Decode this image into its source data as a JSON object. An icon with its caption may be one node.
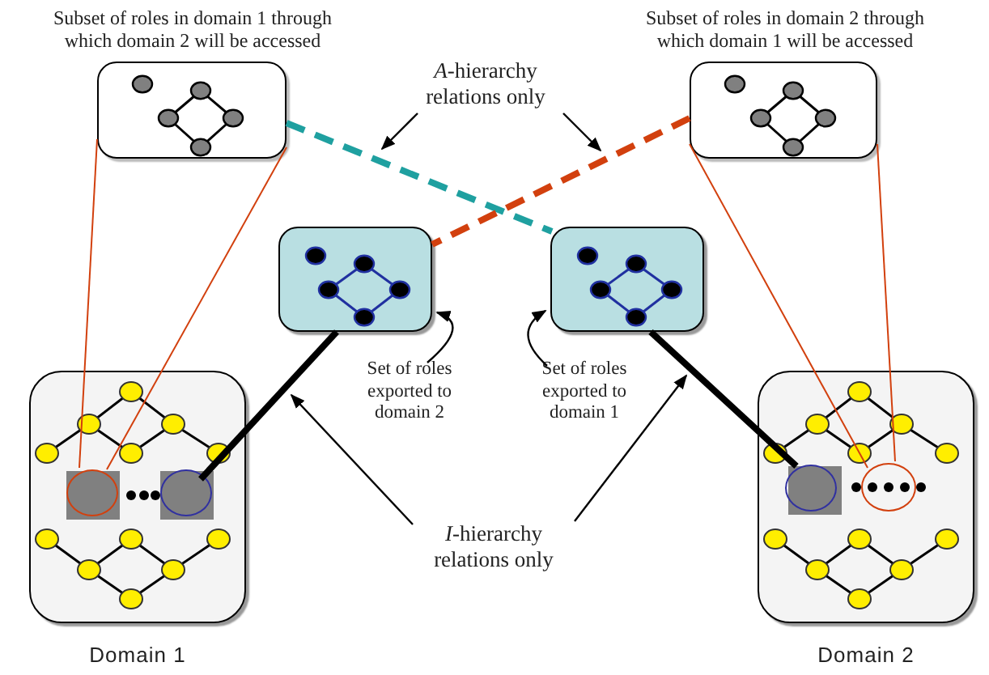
{
  "diagram": {
    "nodes": [
      {
        "text": [
          "Subset of roles in domain 1 through which domain 2 will be accessed"
        ]
      },
      {
        "text": [
          "Subset of roles in domain 2 through which domain 1 will be accessed"
        ]
      },
      {
        "text": [
          "*A*-hierarchy relations only"
        ]
      },
      {
        "text": [],
        "shape": "box"
      },
      {
        "text": [],
        "shape": "box"
      },
      {
        "text": [
          "Set of roles exported to domain 2"
        ]
      },
      {
        "text": [
          "Set of roles exported to domain 1"
        ]
      },
      {
        "text": [
          "Domain 1"
        ]
      },
      {
        "text": [
          "Domain 2"
        ]
      },
      {
        "text": [
          "*I*-hierarchy relations only"
        ]
      },
      {
        "text": [],
        "shape": "circle",
        "in": 7
      },
      {
        "text": [],
        "shape": "circle",
        "in": 7
      },
      {
        "text": [],
        "shape": "circle",
        "in": 8
      },
      {
        "text": [],
        "shape": "circle",
        "in": 8
      }
    ],
    "edges": [
      {
        "from": 0,
        "to": 4,
        "arrow": "none",
        "style": "dashed",
        "color": "#1fa0a0"
      },
      {
        "from": 1,
        "to": 3,
        "arrow": "none",
        "style": "dashed",
        "color": "#d2400e"
      },
      {
        "from": 2,
        "to": null,
        "arrow": "to"
      },
      {
        "from": 2,
        "to": null,
        "arrow": "to"
      },
      {
        "from": 5,
        "to": 3,
        "arrow": "to"
      },
      {
        "from": 6,
        "to": 4,
        "arrow": "to"
      },
      {
        "from": 9,
        "to": null,
        "arrow": "to"
      },
      {
        "from": 9,
        "to": null,
        "arrow": "to"
      },
      {
        "from": 11,
        "to": 3,
        "arrow": "none",
        "style": "thick"
      },
      {
        "from": 12,
        "to": 4,
        "arrow": "none",
        "style": "thick"
      },
      {
        "from": 0,
        "to": 10,
        "arrow": "none",
        "color": "#d2400e"
      },
      {
        "from": 0,
        "to": 10,
        "arrow": "none",
        "color": "#d2400e"
      },
      {
        "from": 1,
        "to": 13,
        "arrow": "none",
        "color": "#d2400e"
      },
      {
        "from": 1,
        "to": 13,
        "arrow": "none",
        "color": "#d2400e"
      }
    ]
  }
}
